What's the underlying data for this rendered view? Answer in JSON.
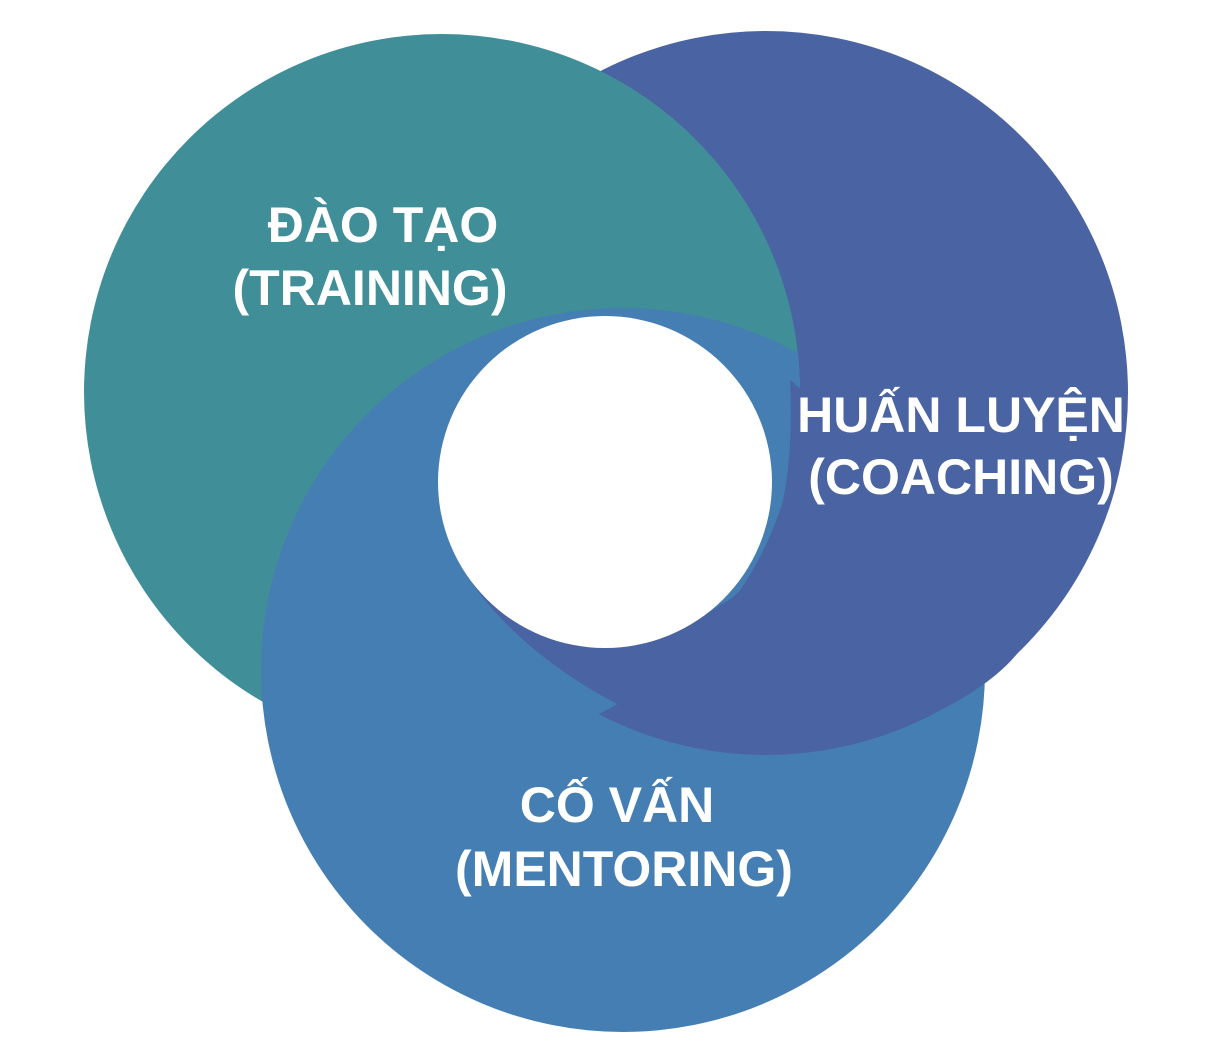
{
  "diagram": {
    "colors": {
      "training": "#408e98",
      "coaching": "#4a63a2",
      "mentoring": "#447eb3",
      "center": "#ffffff",
      "text": "#ffffff"
    },
    "circles": [
      {
        "id": "training",
        "line1": "ĐÀO TẠO",
        "line2": "(TRAINING)"
      },
      {
        "id": "coaching",
        "line1": "HUẤN LUYỆN",
        "line2": "(COACHING)"
      },
      {
        "id": "mentoring",
        "line1": "CỐ VẤN",
        "line2": "(MENTORING)"
      }
    ]
  }
}
